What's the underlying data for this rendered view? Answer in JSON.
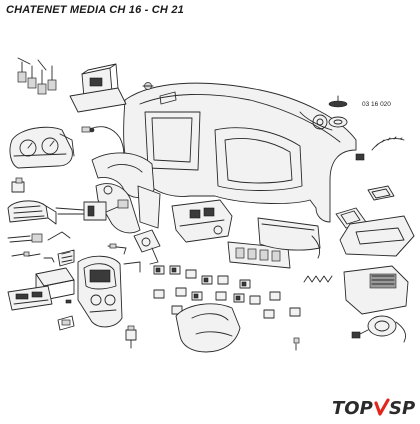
{
  "diagram": {
    "title": "CHATENET MEDIA CH 16 - CH 21",
    "part_number": "03 16 020"
  },
  "brand": {
    "logo_part1": "TOP",
    "logo_part2": "VSP",
    "logo_color_dark": "#2b2b2b",
    "logo_color_accent": "#e3261d"
  }
}
